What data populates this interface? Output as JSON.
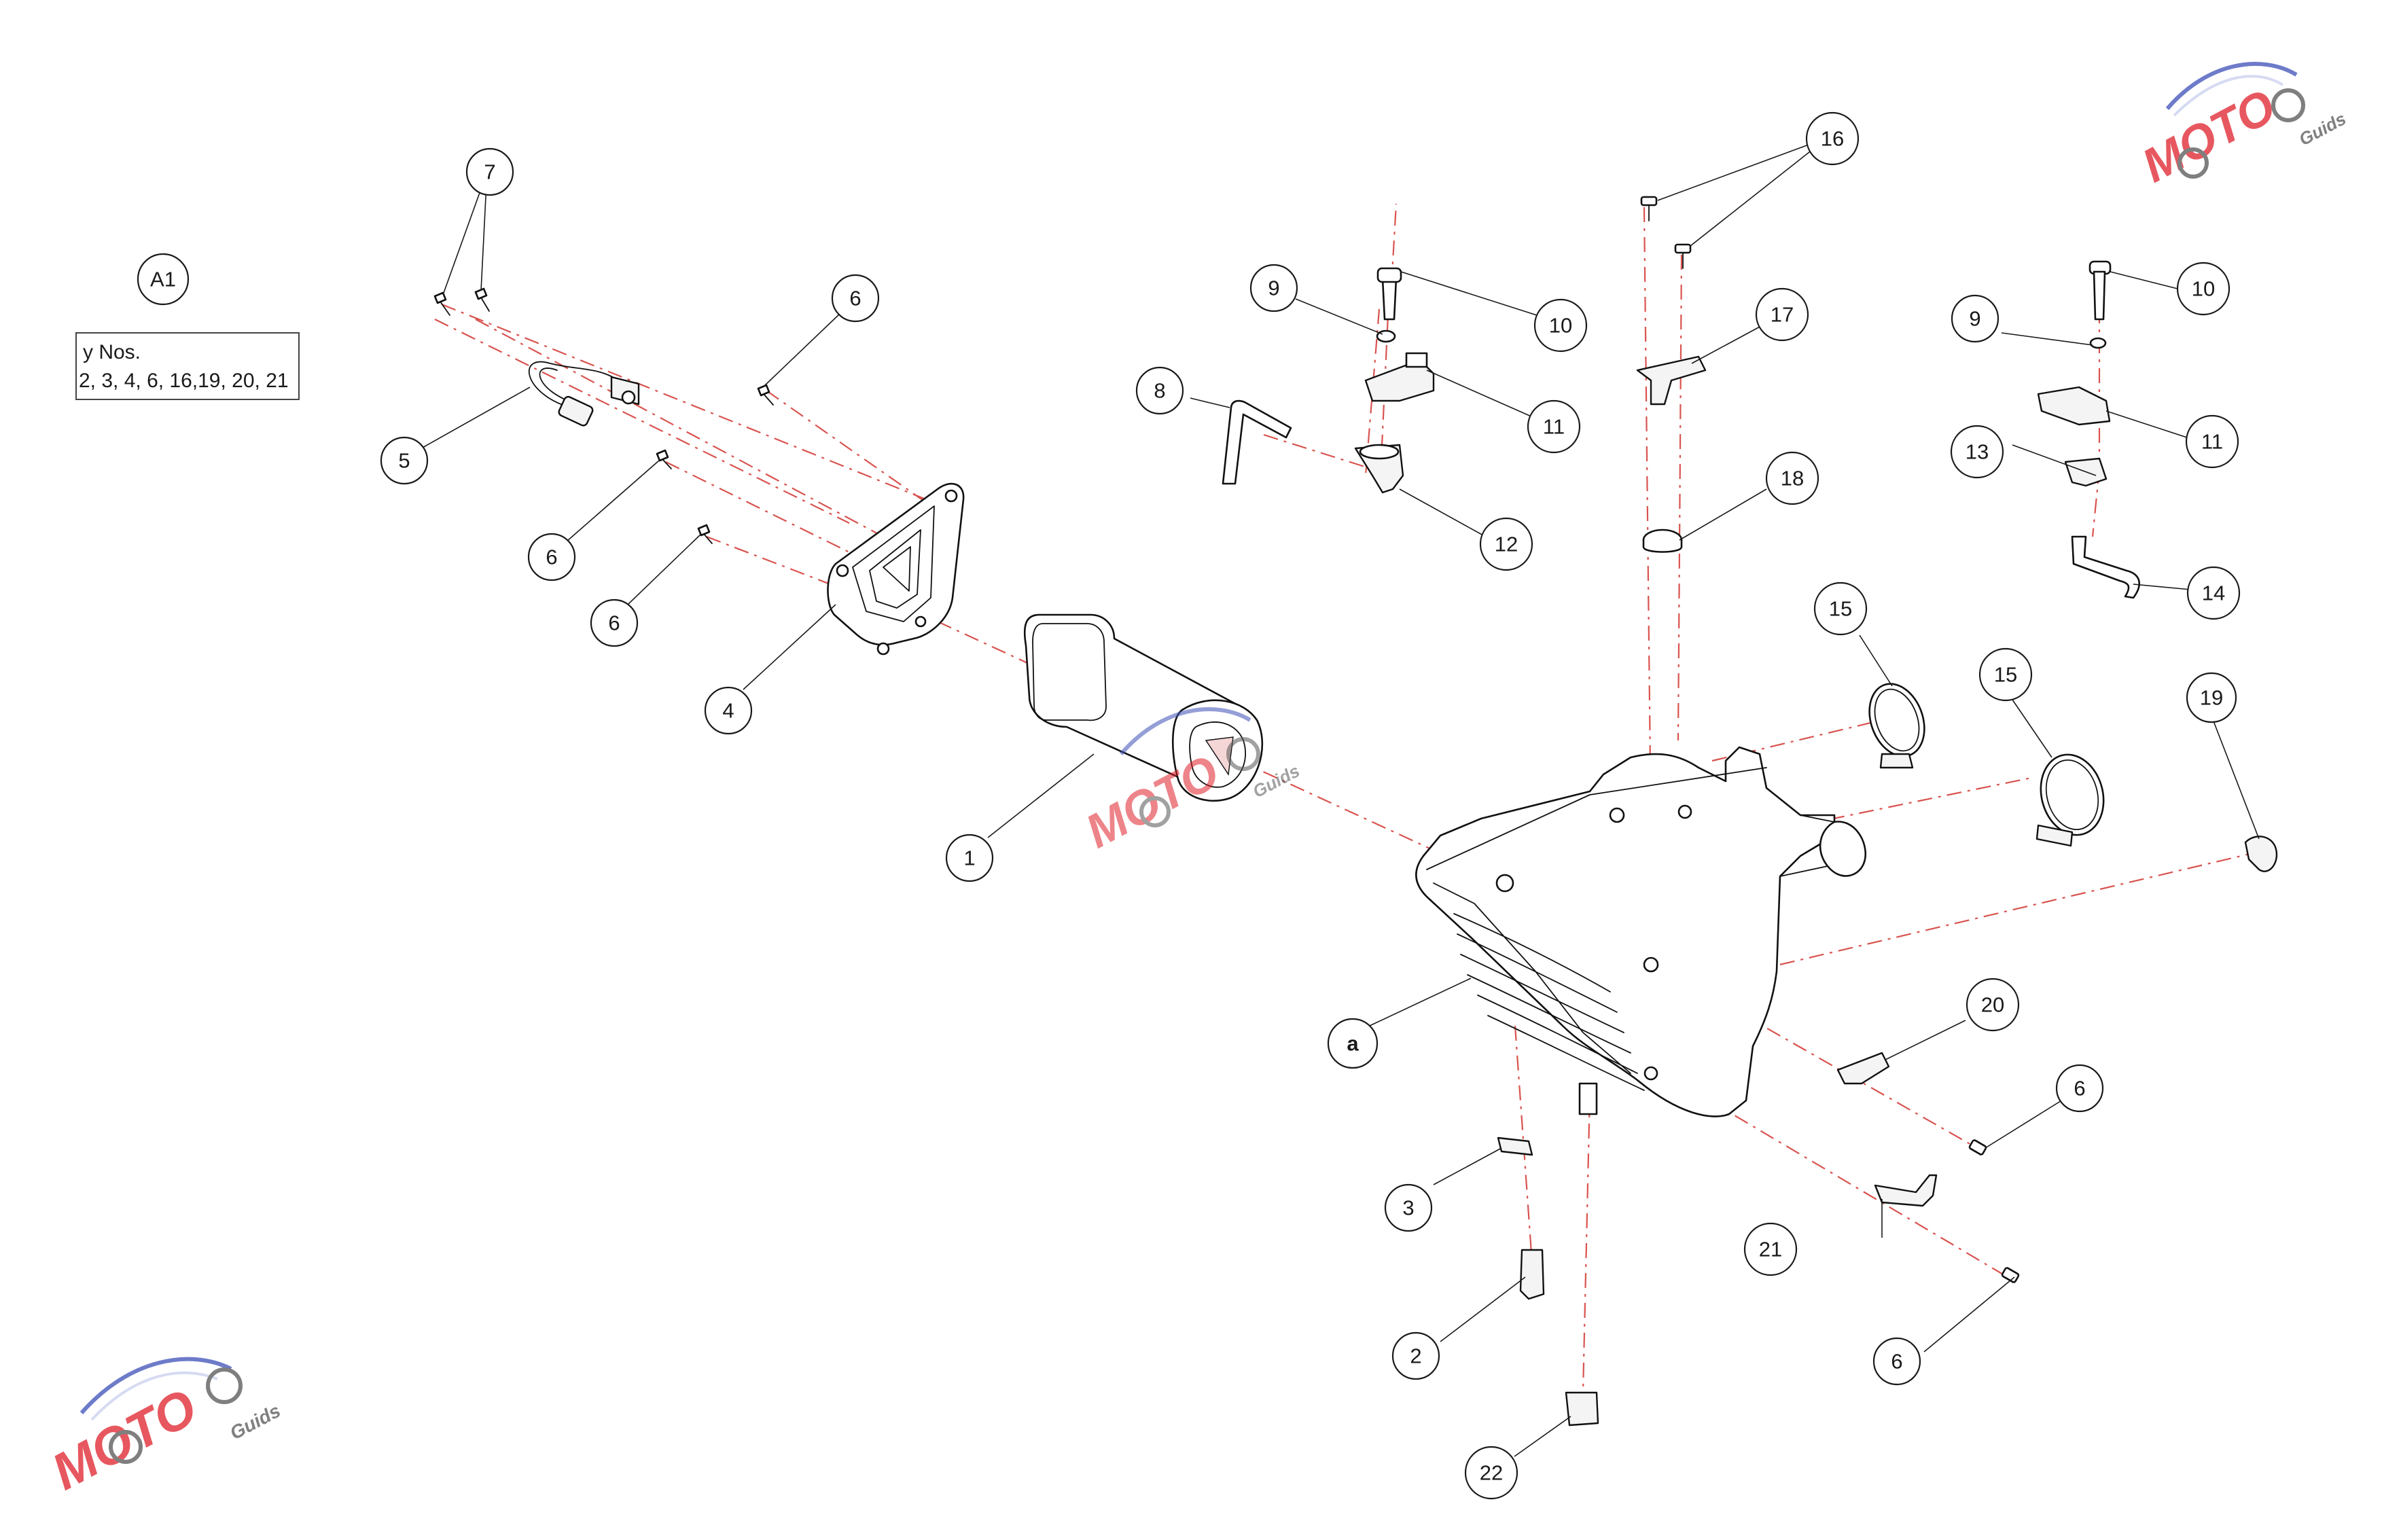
{
  "legend": {
    "tag": "A1",
    "line1": "y Nos.",
    "line2": "2, 3, 4, 6, 16,19, 20, 21"
  },
  "callouts": {
    "c1": "1",
    "c2": "2",
    "c3": "3",
    "c4": "4",
    "c5": "5",
    "c6a": "6",
    "c6b": "6",
    "c6c": "6",
    "c6d": "6",
    "c6e": "6",
    "c7": "7",
    "c8": "8",
    "c9a": "9",
    "c9b": "9",
    "c10a": "10",
    "c10b": "10",
    "c11a": "11",
    "c11b": "11",
    "c12": "12",
    "c13": "13",
    "c14": "14",
    "c15a": "15",
    "c15b": "15",
    "c16": "16",
    "c17": "17",
    "c18": "18",
    "c19": "19",
    "c20": "20",
    "c21": "21",
    "c22": "22",
    "ca": "a"
  },
  "watermark": {
    "brand": "MOTO",
    "sub": "Guids",
    "color_red": "#e0202a",
    "color_blue": "#3d4fb8",
    "color_gray": "#555555"
  },
  "colors": {
    "line": "#1a1a1a",
    "dash": "#d9534f",
    "background": "#ffffff"
  }
}
